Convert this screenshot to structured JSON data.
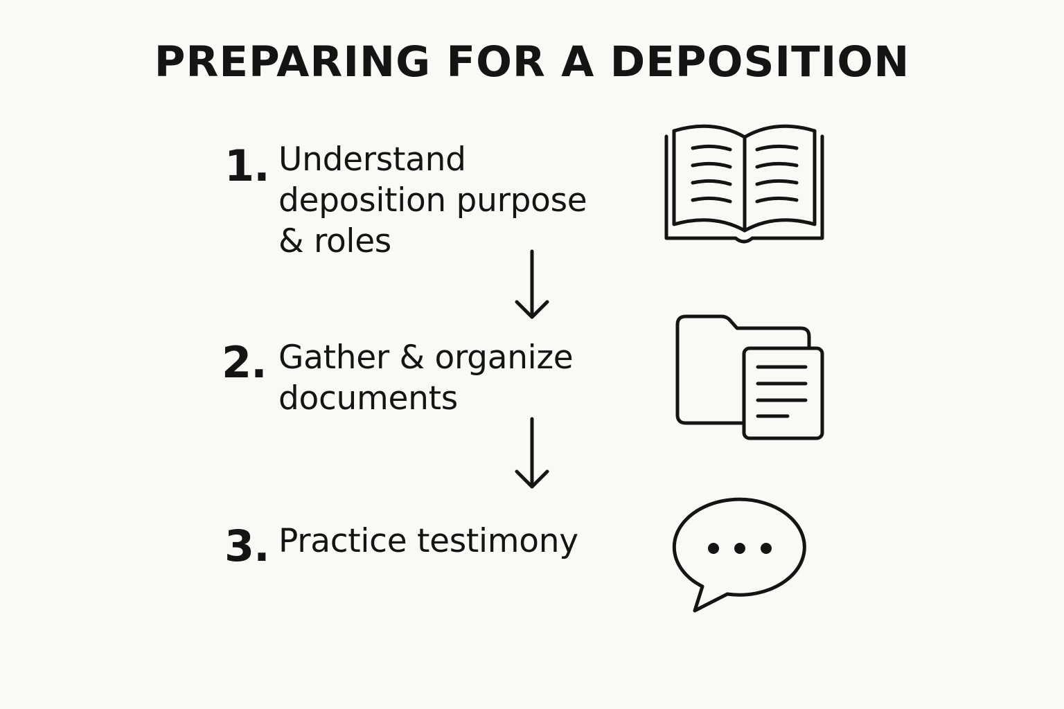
{
  "title": "PREPARING FOR A DEPOSITION",
  "steps": [
    {
      "number": "1.",
      "text": "Understand\ndeposition purpose\n& roles",
      "icon": "open-book-icon"
    },
    {
      "number": "2.",
      "text": "Gather & organize\ndocuments",
      "icon": "folder-document-icon"
    },
    {
      "number": "3.",
      "text": "Practice testimony",
      "icon": "speech-bubble-icon"
    }
  ],
  "colors": {
    "background": "#faf9f5",
    "ink": "#141414"
  }
}
